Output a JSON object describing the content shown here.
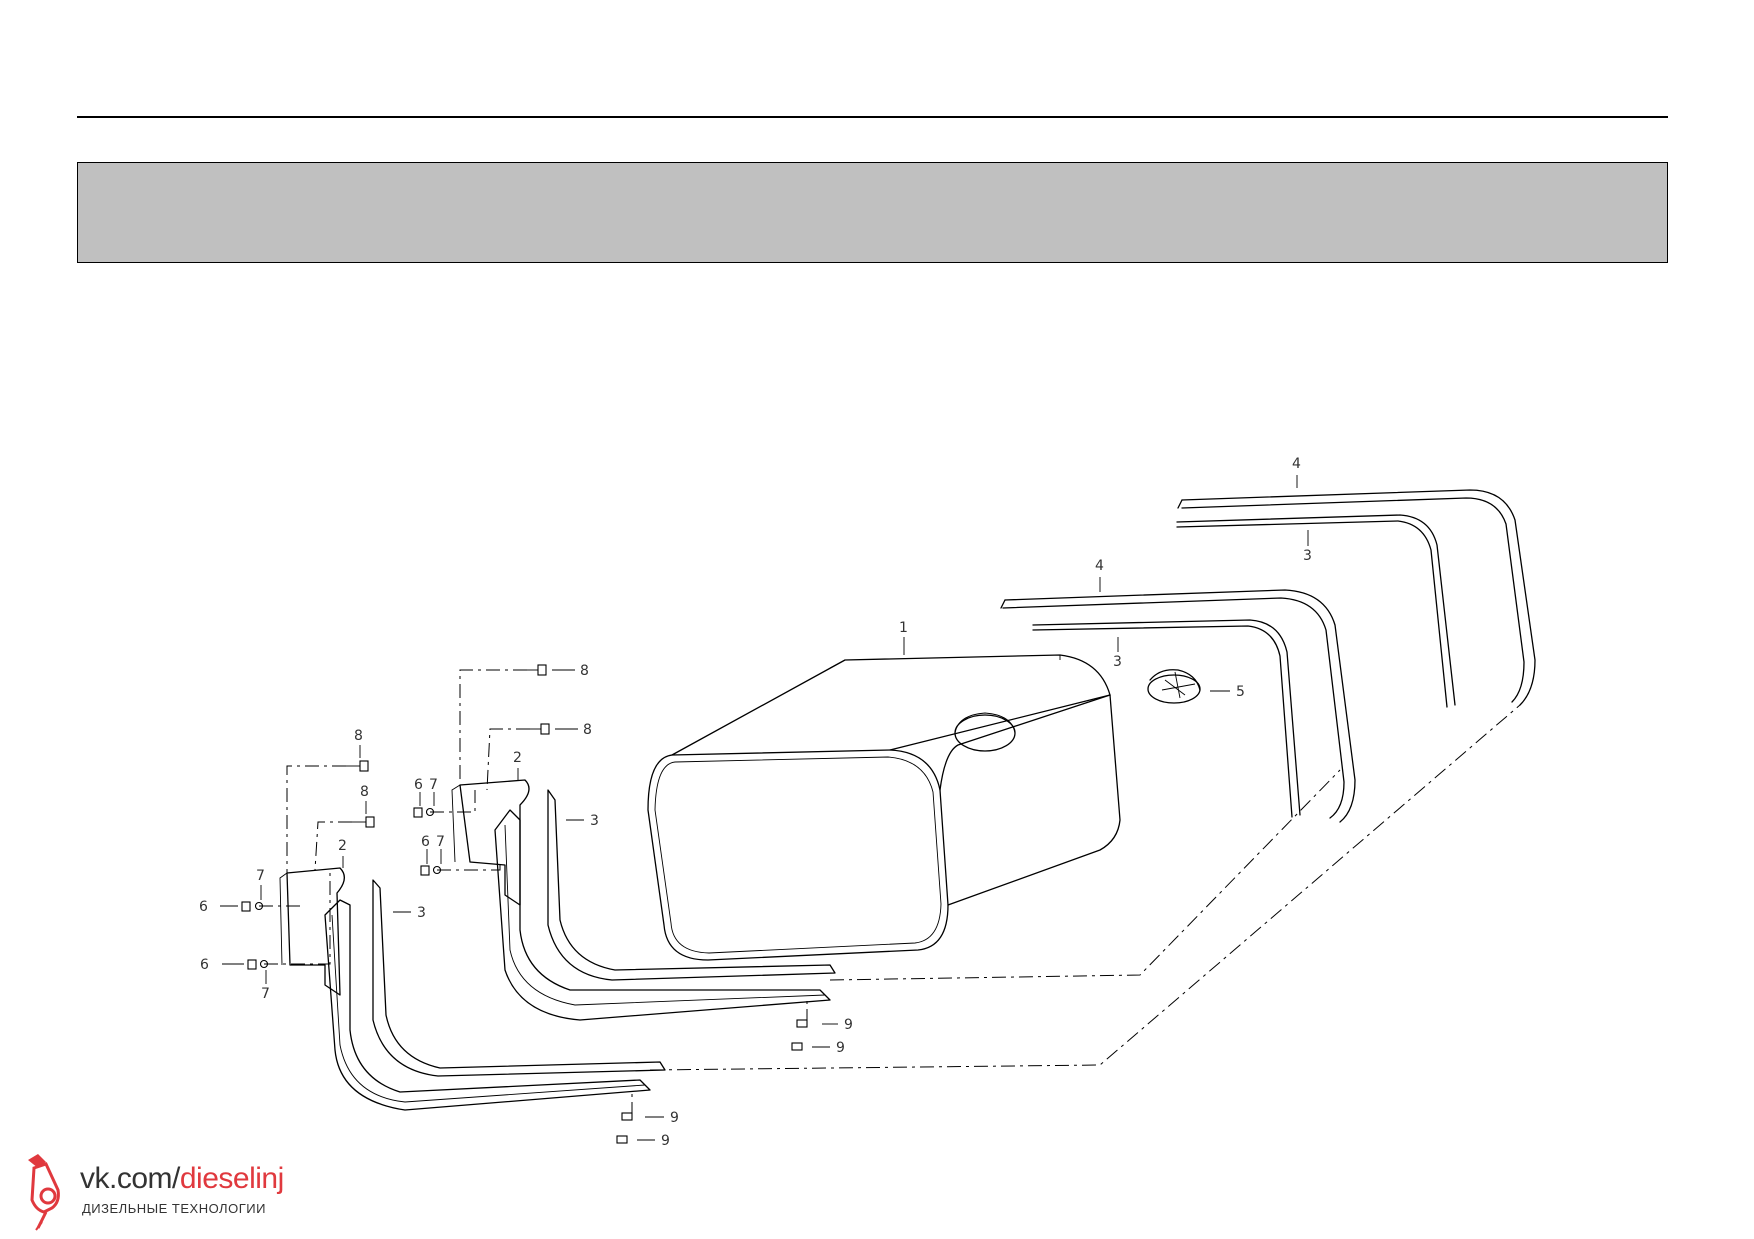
{
  "header": {
    "title": ""
  },
  "callouts": {
    "c1": "1",
    "c2a": "2",
    "c2b": "2",
    "c3a": "3",
    "c3b": "3",
    "c3c": "3",
    "c3d": "3",
    "c4a": "4",
    "c4b": "4",
    "c5": "5",
    "c6a": "6",
    "c6b": "6",
    "c6c": "6",
    "c6d": "6",
    "c7a": "7",
    "c7b": "7",
    "c7c": "7",
    "c7d": "7",
    "c8a": "8",
    "c8b": "8",
    "c8c": "8",
    "c8d": "8",
    "c9a": "9",
    "c9b": "9",
    "c9c": "9",
    "c9d": "9"
  },
  "watermark": {
    "url_prefix": "vk.com/",
    "url_accent": "dieselinj",
    "subtitle": "ДИЗЕЛЬНЫЕ ТЕХНОЛОГИИ",
    "accent_color": "#e0393e",
    "icon": "injector-icon"
  }
}
